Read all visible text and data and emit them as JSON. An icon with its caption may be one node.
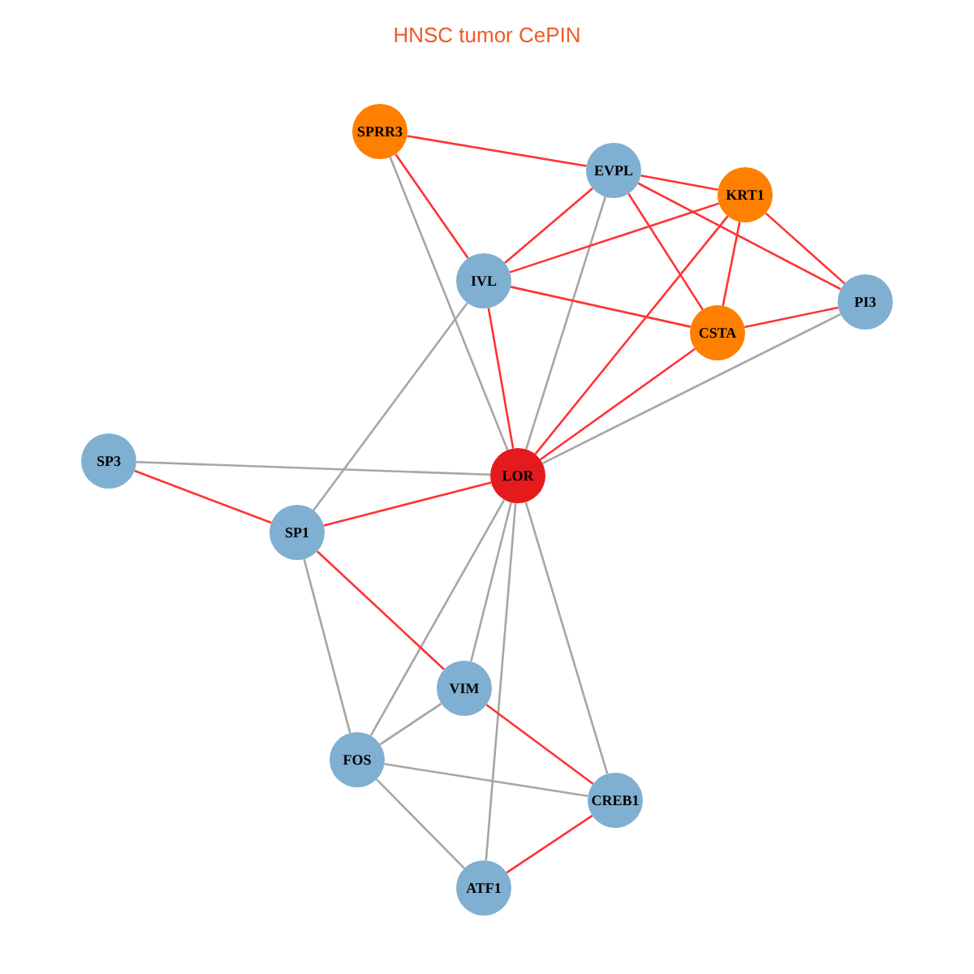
{
  "diagram": {
    "title": "HNSC tumor CePIN",
    "nodes": [
      {
        "text": [
          "SPRR3"
        ]
      },
      {
        "text": [
          "EVPL"
        ]
      },
      {
        "text": [
          "KRT1"
        ]
      },
      {
        "text": [
          "IVL"
        ]
      },
      {
        "text": [
          "CSTA"
        ]
      },
      {
        "text": [
          "PI3"
        ]
      },
      {
        "text": [
          "SP3"
        ]
      },
      {
        "text": [
          "LOR"
        ]
      },
      {
        "text": [
          "SP1"
        ]
      },
      {
        "text": [
          "VIM"
        ]
      },
      {
        "text": [
          "FOS"
        ]
      },
      {
        "text": [
          "CREB1"
        ]
      },
      {
        "text": [
          "ATF1"
        ]
      }
    ],
    "edges": [
      {
        "from": 0,
        "to": 1,
        "arrow": "none"
      },
      {
        "from": 0,
        "to": 3,
        "arrow": "none"
      },
      {
        "from": 0,
        "to": 7,
        "arrow": "none",
        "color": "#a6a6a6"
      },
      {
        "from": 1,
        "to": 2,
        "arrow": "none"
      },
      {
        "from": 1,
        "to": 3,
        "arrow": "none"
      },
      {
        "from": 1,
        "to": 4,
        "arrow": "none"
      },
      {
        "from": 1,
        "to": 5,
        "arrow": "none"
      },
      {
        "from": 1,
        "to": 7,
        "arrow": "none",
        "color": "#a6a6a6"
      },
      {
        "from": 2,
        "to": 3,
        "arrow": "none"
      },
      {
        "from": 2,
        "to": 4,
        "arrow": "none"
      },
      {
        "from": 2,
        "to": 5,
        "arrow": "none"
      },
      {
        "from": 2,
        "to": 7,
        "arrow": "none"
      },
      {
        "from": 3,
        "to": 4,
        "arrow": "none"
      },
      {
        "from": 3,
        "to": 7,
        "arrow": "none"
      },
      {
        "from": 3,
        "to": 8,
        "arrow": "none",
        "color": "#a6a6a6"
      },
      {
        "from": 4,
        "to": 5,
        "arrow": "none"
      },
      {
        "from": 4,
        "to": 7,
        "arrow": "none"
      },
      {
        "from": 5,
        "to": 7,
        "arrow": "none",
        "color": "#a6a6a6"
      },
      {
        "from": 6,
        "to": 7,
        "arrow": "none",
        "color": "#a6a6a6"
      },
      {
        "from": 6,
        "to": 8,
        "arrow": "none"
      },
      {
        "from": 8,
        "to": 7,
        "arrow": "none"
      },
      {
        "from": 7,
        "to": 9,
        "arrow": "none",
        "color": "#a6a6a6"
      },
      {
        "from": 7,
        "to": 10,
        "arrow": "none",
        "color": "#a6a6a6"
      },
      {
        "from": 7,
        "to": 11,
        "arrow": "none",
        "color": "#a6a6a6"
      },
      {
        "from": 7,
        "to": 12,
        "arrow": "none",
        "color": "#a6a6a6"
      },
      {
        "from": 8,
        "to": 9,
        "arrow": "none"
      },
      {
        "from": 8,
        "to": 10,
        "arrow": "none",
        "color": "#a6a6a6"
      },
      {
        "from": 10,
        "to": 9,
        "arrow": "none",
        "color": "#a6a6a6"
      },
      {
        "from": 9,
        "to": 11,
        "arrow": "none"
      },
      {
        "from": 10,
        "to": 11,
        "arrow": "none",
        "color": "#a6a6a6"
      },
      {
        "from": 10,
        "to": 12,
        "arrow": "none",
        "color": "#a6a6a6"
      },
      {
        "from": 11,
        "to": 12,
        "arrow": "none"
      }
    ]
  }
}
